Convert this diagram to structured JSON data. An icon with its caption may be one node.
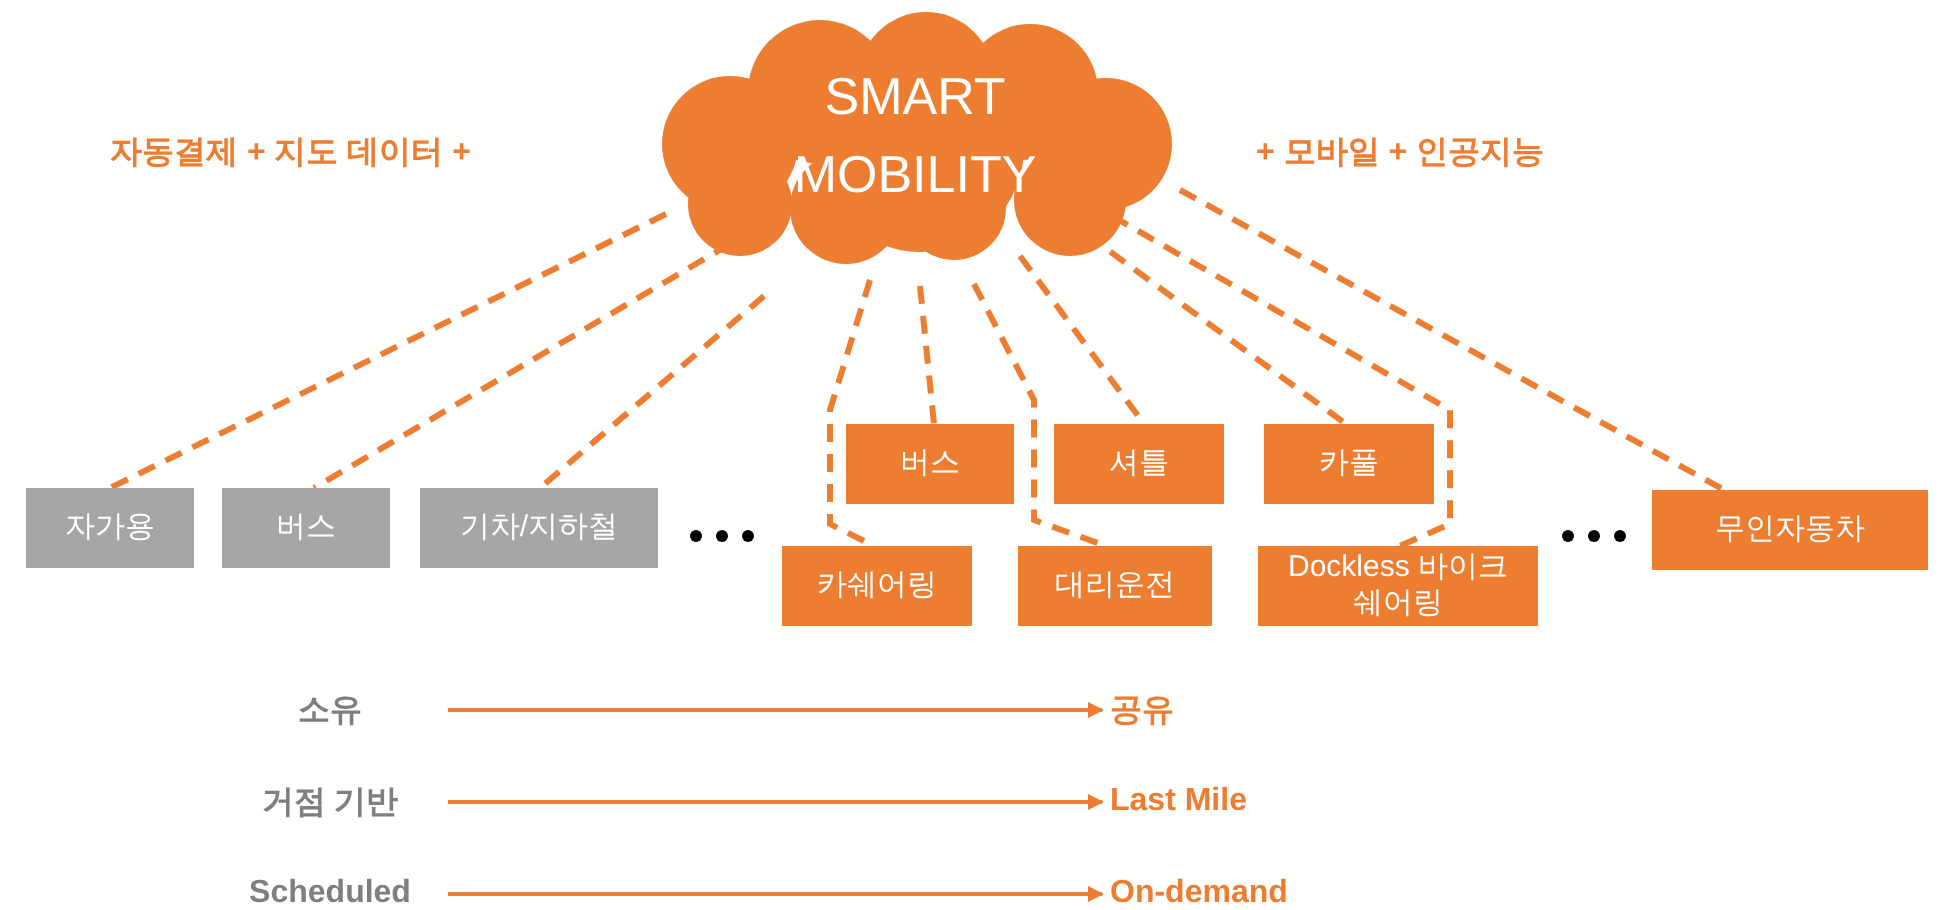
{
  "diagram": {
    "nodes": [
      {
        "text": [
          "SMART MOBILITY"
        ]
      },
      {
        "text": [
          "자가용"
        ]
      },
      {
        "text": [
          "버스"
        ]
      },
      {
        "text": [
          "기차/지하철"
        ]
      },
      {
        "text": [
          "버스"
        ]
      },
      {
        "text": [
          "셔틀"
        ]
      },
      {
        "text": [
          "카풀"
        ]
      },
      {
        "text": [
          "카쉐어링"
        ]
      },
      {
        "text": [
          "대리운전"
        ]
      },
      {
        "text": [
          "Dockless 바이크쉐어링"
        ]
      },
      {
        "text": [
          "무인자동차"
        ]
      },
      {
        "text": [
          "소유"
        ]
      },
      {
        "text": [
          "공유"
        ]
      },
      {
        "text": [
          "거점 기반"
        ]
      },
      {
        "text": [
          "Last Mile"
        ]
      },
      {
        "text": [
          "Scheduled"
        ]
      },
      {
        "text": [
          "On-demand"
        ]
      }
    ],
    "edges": [
      {
        "from": 0,
        "to": 1,
        "arrow": "none",
        "style": "dashed"
      },
      {
        "from": 0,
        "to": 2,
        "arrow": "none",
        "style": "dashed"
      },
      {
        "from": 0,
        "to": 3,
        "arrow": "none",
        "style": "dashed"
      },
      {
        "from": 0,
        "to": 7,
        "arrow": "none",
        "style": "dashed"
      },
      {
        "from": 0,
        "to": 4,
        "arrow": "none",
        "style": "dashed"
      },
      {
        "from": 0,
        "to": 8,
        "arrow": "none",
        "style": "dashed"
      },
      {
        "from": 0,
        "to": 5,
        "arrow": "none",
        "style": "dashed"
      },
      {
        "from": 0,
        "to": 6,
        "arrow": "none",
        "style": "dashed"
      },
      {
        "from": 0,
        "to": 9,
        "arrow": "none",
        "style": "dashed"
      },
      {
        "from": 0,
        "to": 10,
        "arrow": "none",
        "style": "dashed"
      },
      {
        "from": 11,
        "to": 12,
        "arrow": "to"
      },
      {
        "from": 13,
        "to": 14,
        "arrow": "to"
      },
      {
        "from": 15,
        "to": 16,
        "arrow": "to"
      }
    ],
    "labels": [
      "자동결제 + 지도 데이터 +",
      "+ 모바일 + 인공지능"
    ]
  }
}
